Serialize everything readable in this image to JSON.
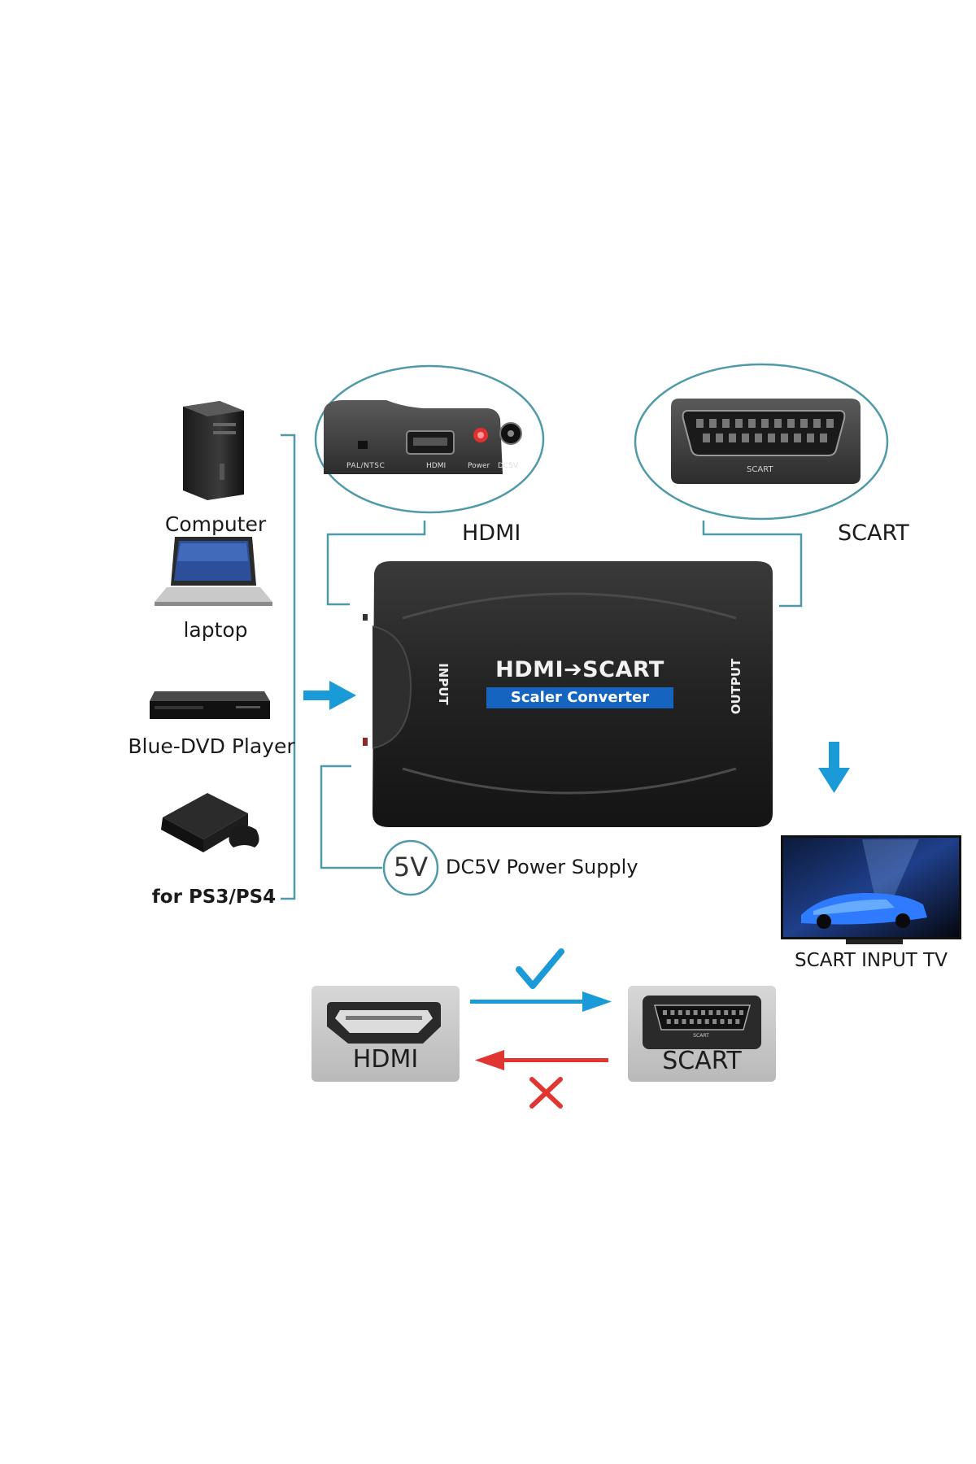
{
  "devices": {
    "computer": "Computer",
    "laptop": "laptop",
    "bluray": "Blue-DVD Player",
    "console": "for PS3/PS4"
  },
  "ports_panel": {
    "switch_label": "PAL/NTSC",
    "hdmi_label": "HDMI",
    "power_led_label": "Power",
    "dc_label": "DC5V",
    "caption": "HDMI"
  },
  "scart_panel": {
    "port_label": "SCART",
    "caption": "SCART"
  },
  "converter": {
    "title": "HDMI➔SCART",
    "subtitle": "Scaler Converter",
    "input_label": "INPUT",
    "output_label": "OUTPUT"
  },
  "power": {
    "badge": "5V",
    "label": "DC5V Power Supply"
  },
  "tv": {
    "label": "SCART INPUT TV"
  },
  "direction": {
    "hdmi_label": "HDMI",
    "scart_label": "SCART",
    "scart_tiny": "SCART"
  },
  "colors": {
    "accent_blue": "#1a9ad6",
    "teal_line": "#4f9aa8",
    "red": "#e03530",
    "label_bg": "#1565c0"
  }
}
